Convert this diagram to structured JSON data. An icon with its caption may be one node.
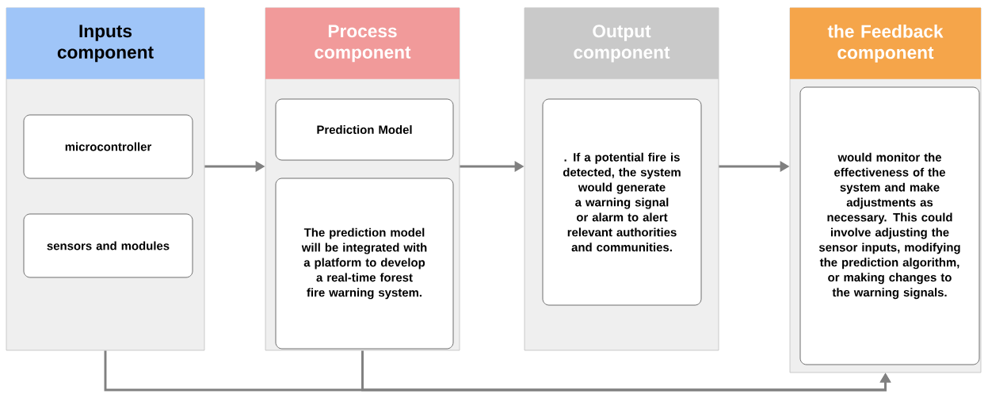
{
  "diagram": {
    "nodes": [
      {
        "text": [
          "Inputs component"
        ]
      },
      {
        "text": [
          "microcontroller"
        ],
        "in": 0
      },
      {
        "text": [
          "sensors and modules"
        ],
        "in": 0
      },
      {
        "text": [
          "Process component"
        ]
      },
      {
        "text": [
          "Prediction Model"
        ],
        "in": 3
      },
      {
        "text": [
          "The prediction model will be integrated with a platform to develop a real-time forest fire warning system."
        ],
        "in": 3
      },
      {
        "text": [
          "Output component"
        ]
      },
      {
        "text": [
          ". If a potential fire is detected, the system would generate a warning signal or alarm to alert relevant authorities and communities."
        ],
        "in": 6
      },
      {
        "text": [
          "the Feedback component"
        ]
      },
      {
        "text": [
          "would monitor the effectiveness of the system and make adjustments as necessary. This could involve adjusting the sensor inputs, modifying the prediction algorithm, or making changes to the warning signals."
        ],
        "in": 8
      }
    ],
    "edges": [
      {
        "from": 0,
        "to": 3,
        "arrow": "to"
      },
      {
        "from": 3,
        "to": 6,
        "arrow": "to"
      },
      {
        "from": 6,
        "to": 8,
        "arrow": "to"
      },
      {
        "from": 0,
        "to": 8,
        "arrow": "to"
      },
      {
        "from": 3,
        "to": 8,
        "arrow": "to"
      }
    ]
  }
}
